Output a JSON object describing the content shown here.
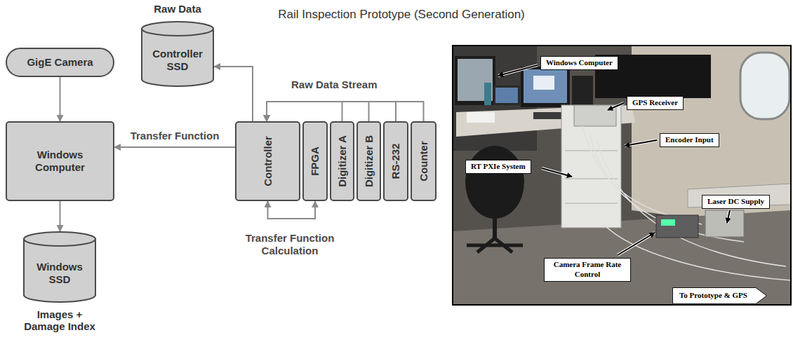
{
  "diagram": {
    "title": "Rail Inspection Prototype (Second Generation)",
    "nodes": [
      {
        "text": [
          "Raw Data",
          "Controller SSD"
        ]
      },
      {
        "text": [
          "GigE Camera"
        ]
      },
      {
        "text": [
          "Windows Computer"
        ]
      },
      {
        "text": [
          "Controller"
        ]
      },
      {
        "text": [
          "FPGA"
        ]
      },
      {
        "text": [
          "Digitizer A"
        ]
      },
      {
        "text": [
          "Digitizer B"
        ]
      },
      {
        "text": [
          "RS-232"
        ]
      },
      {
        "text": [
          "Counter"
        ]
      },
      {
        "text": [
          "Windows SSD",
          "Images + Damage Index"
        ]
      },
      {
        "text": [
          "Windows Computer"
        ]
      },
      {
        "text": [
          "GPS Receiver"
        ]
      },
      {
        "text": [
          "Encoder Input"
        ]
      },
      {
        "text": [
          "RT PXIe System"
        ]
      },
      {
        "text": [
          "Laser DC Supply"
        ]
      },
      {
        "text": [
          "Camera Frame Rate Control"
        ]
      },
      {
        "text": [
          "To Prototype & GPS"
        ]
      }
    ],
    "edges": [
      {
        "from": 1,
        "to": 2,
        "arrow": "to"
      },
      {
        "from": 3,
        "to": 2,
        "label": "Transfer Function",
        "arrow": "to"
      },
      {
        "from": 3,
        "to": 0,
        "arrow": "to"
      },
      {
        "from": 2,
        "to": 9,
        "arrow": "to"
      },
      {
        "from": 5,
        "to": 3,
        "arrow": "to"
      },
      {
        "from": 6,
        "to": 3,
        "arrow": "to"
      },
      {
        "from": 7,
        "to": 3,
        "arrow": "to"
      },
      {
        "from": 8,
        "to": 3,
        "arrow": "to"
      },
      {
        "from": 3,
        "to": 4,
        "label": "Transfer Function Calculation",
        "arrow": "both"
      }
    ],
    "labels": [
      "Raw Data Stream"
    ]
  }
}
